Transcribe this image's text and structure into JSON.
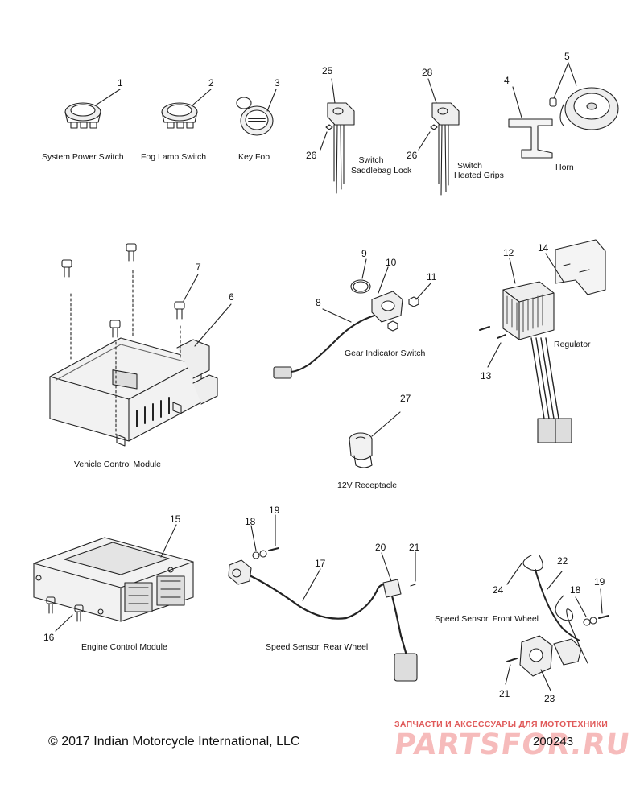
{
  "callouts": [
    "1",
    "2",
    "3",
    "4",
    "5",
    "6",
    "7",
    "8",
    "9",
    "10",
    "11",
    "12",
    "13",
    "14",
    "15",
    "16",
    "17",
    "18",
    "19",
    "20",
    "21",
    "22",
    "23",
    "24",
    "25",
    "26",
    "27",
    "28",
    "26",
    "21",
    "18",
    "19"
  ],
  "labels": {
    "system_power_switch": "System Power Switch",
    "fog_lamp_switch": "Fog Lamp Switch",
    "key_fob": "Key Fob",
    "switch_saddlebag_1": "Switch",
    "switch_saddlebag_2": "Saddlebag Lock",
    "switch_heated_1": "Switch",
    "switch_heated_2": "Heated Grips",
    "horn": "Horn",
    "vehicle_control_module": "Vehicle Control Module",
    "gear_indicator_switch": "Gear Indicator Switch",
    "regulator": "Regulator",
    "receptacle_12v": "12V Receptacle",
    "engine_control_module": "Engine Control Module",
    "speed_sensor_rear": "Speed Sensor, Rear Wheel",
    "speed_sensor_front": "Speed Sensor, Front Wheel"
  },
  "footer": {
    "copyright": "© 2017 Indian Motorcycle International, LLC",
    "diagram_id": "200243"
  },
  "watermark": {
    "tagline": "ЗАПЧАСТИ И АКСЕССУАРЫ ДЛЯ МОТОТЕХНИКИ",
    "logo": "PARTSFOR.RU"
  }
}
